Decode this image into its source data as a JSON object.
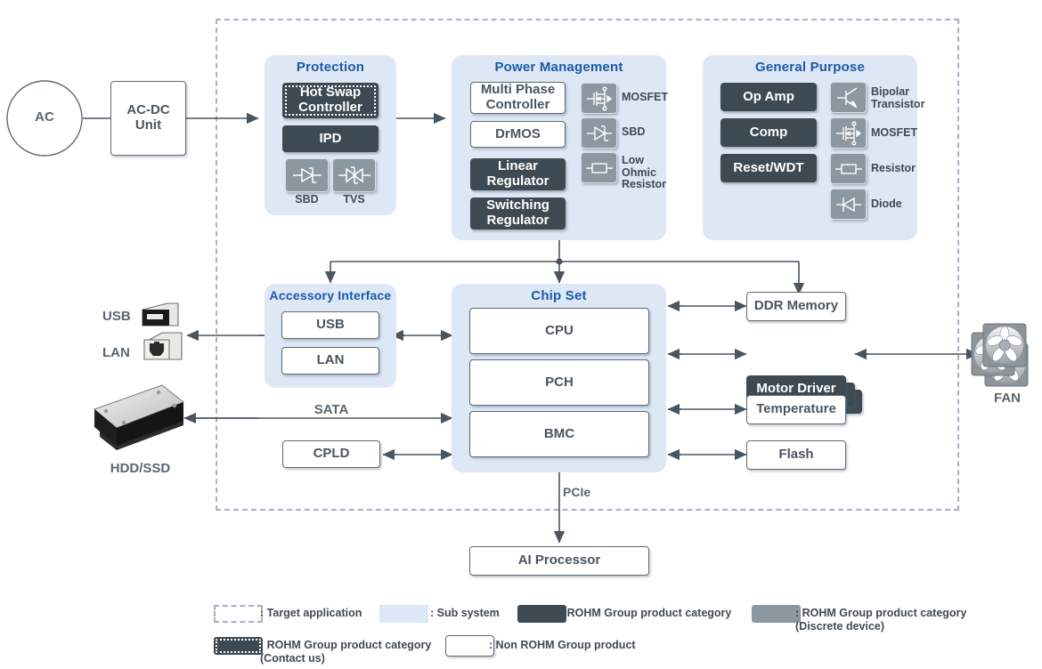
{
  "diagram": {
    "external": {
      "ac_source": "AC",
      "acdc_unit": "AC-DC\nUnit",
      "usb_label": "USB",
      "lan_label": "LAN",
      "hdd_label": "HDD/SSD",
      "fan_label": "FAN",
      "ai_processor": "AI Processor"
    },
    "bus_labels": {
      "sata": "SATA",
      "pcie": "PCIe"
    },
    "sections": [
      {
        "id": "protection",
        "title": "Protection",
        "blocks": [
          {
            "label": "Hot Swap\nController",
            "style": "dotted"
          },
          {
            "label": "IPD",
            "style": "dark"
          }
        ],
        "tiles": [
          {
            "label": "SBD",
            "icon": "schottky-diode-icon",
            "pos": "below"
          },
          {
            "label": "TVS",
            "icon": "tvs-diode-icon",
            "pos": "below"
          }
        ]
      },
      {
        "id": "power-management",
        "title": "Power Management",
        "blocks": [
          {
            "label": "Multi Phase\nController",
            "style": "white"
          },
          {
            "label": "DrMOS",
            "style": "white"
          },
          {
            "label": "Linear\nRegulator",
            "style": "dark"
          },
          {
            "label": "Switching\nRegulator",
            "style": "dark"
          }
        ],
        "tiles": [
          {
            "label": "MOSFET",
            "icon": "mosfet-icon",
            "pos": "right"
          },
          {
            "label": "SBD",
            "icon": "schottky-diode-icon",
            "pos": "right"
          },
          {
            "label": "Low\nOhmic\nResistor",
            "icon": "resistor-icon",
            "pos": "right"
          }
        ]
      },
      {
        "id": "general-purpose",
        "title": "General Purpose",
        "blocks": [
          {
            "label": "Op Amp",
            "style": "dark"
          },
          {
            "label": "Comp",
            "style": "dark"
          },
          {
            "label": "Reset/WDT",
            "style": "dark"
          }
        ],
        "tiles": [
          {
            "label": "Bipolar\nTransistor",
            "icon": "bipolar-transistor-icon",
            "pos": "right"
          },
          {
            "label": "MOSFET",
            "icon": "mosfet-icon",
            "pos": "right"
          },
          {
            "label": "Resistor",
            "icon": "resistor-icon",
            "pos": "right"
          },
          {
            "label": "Diode",
            "icon": "diode-icon",
            "pos": "right"
          }
        ]
      },
      {
        "id": "accessory-interface",
        "title": "Accessory Interface",
        "blocks": [
          {
            "label": "USB",
            "style": "white"
          },
          {
            "label": "LAN",
            "style": "white"
          }
        ],
        "tiles": []
      },
      {
        "id": "chip-set",
        "title": "Chip Set",
        "blocks": [
          {
            "label": "CPU",
            "style": "white"
          },
          {
            "label": "PCH",
            "style": "white"
          },
          {
            "label": "BMC",
            "style": "white"
          }
        ],
        "tiles": []
      }
    ],
    "standalone_blocks": [
      {
        "id": "cpld",
        "label": "CPLD",
        "style": "white"
      },
      {
        "id": "ddr-memory",
        "label": "DDR Memory",
        "style": "white"
      },
      {
        "id": "motor-driver",
        "label": "Motor Driver",
        "style": "dark-stack"
      },
      {
        "id": "temperature",
        "label": "Temperature",
        "style": "white"
      },
      {
        "id": "flash",
        "label": "Flash",
        "style": "white"
      }
    ]
  },
  "legend": {
    "items": [
      {
        "swatch": "dashed",
        "text": ": Target application"
      },
      {
        "swatch": "subsystem",
        "text": ": Sub system"
      },
      {
        "swatch": "dark",
        "text": ": ROHM Group product category"
      },
      {
        "swatch": "grey",
        "text": ": ROHM Group product category\n(Discrete device)"
      },
      {
        "swatch": "dark-dotted",
        "text": ": ROHM Group product category\n(Contact us)"
      },
      {
        "swatch": "white",
        "text": ": Non ROHM Group product"
      }
    ]
  },
  "colors": {
    "accent_title": "#1a5aa8",
    "subsystem_fill": "#dde7f5",
    "product_dark": "#3e4a53",
    "discrete_grey": "#8b97a1",
    "boundary_dash": "#a7aec9",
    "line": "#4a5560"
  }
}
